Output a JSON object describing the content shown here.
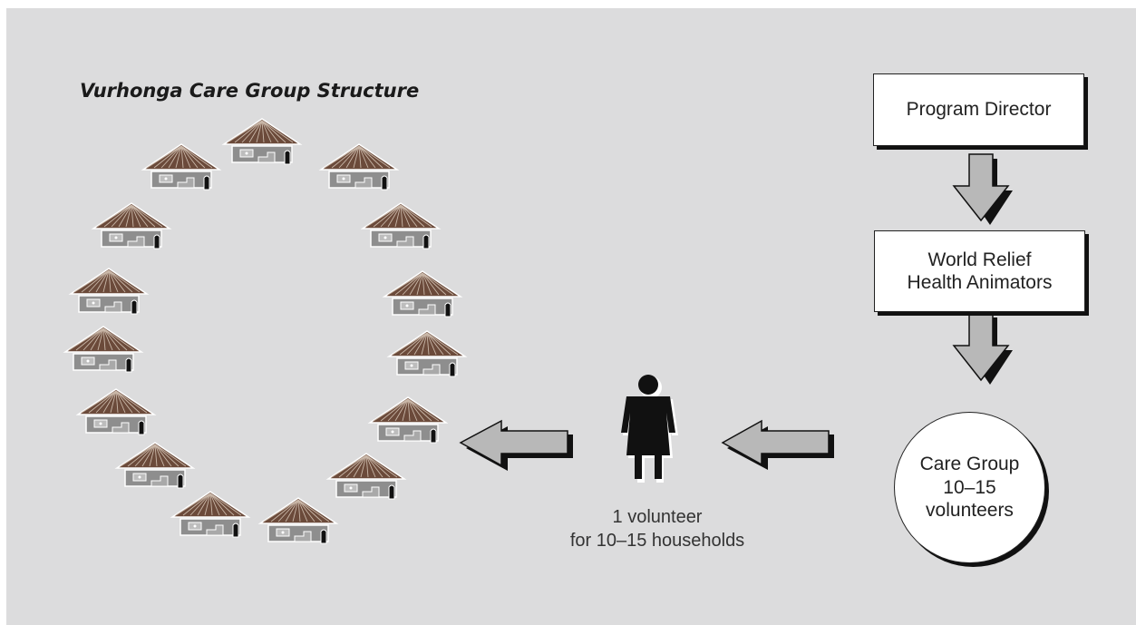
{
  "diagram": {
    "title": "Vurhonga Care Group Structure",
    "boxes": {
      "director": "Program Director",
      "animators_line1": "World Relief",
      "animators_line2": "Health Animators"
    },
    "care_group": {
      "line1": "Care Group",
      "line2": "10–15",
      "line3": "volunteers"
    },
    "volunteer_caption": {
      "line1": "1 volunteer",
      "line2": "for 10–15 households"
    },
    "household_count": 15,
    "colors": {
      "panel": "#dcdcdd",
      "arrow_fill": "#b8b8b8",
      "roof": "#6b4a3a",
      "wall": "#8e8e8e",
      "figure": "#111111"
    }
  }
}
